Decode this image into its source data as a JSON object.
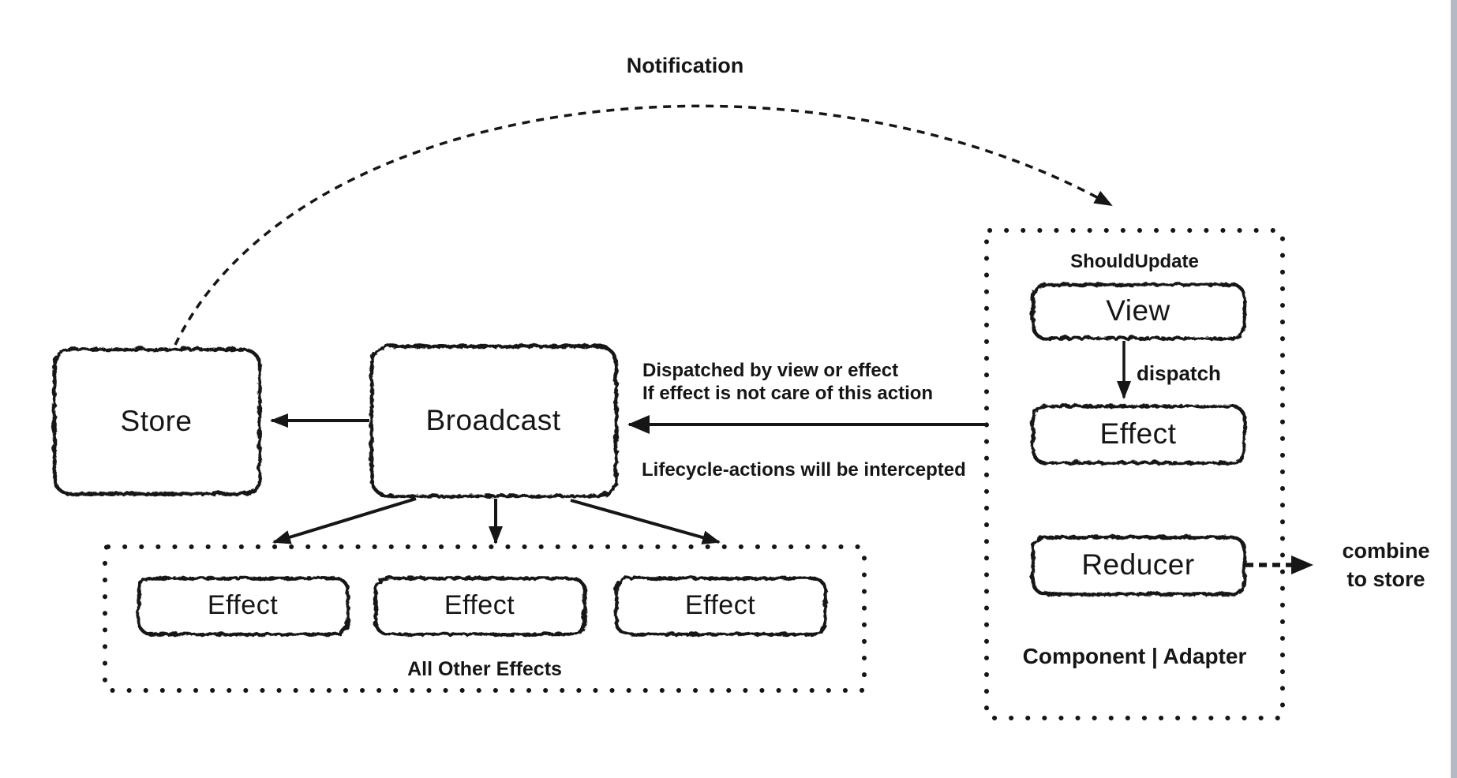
{
  "canvas": {
    "background": "#ffffff",
    "ink": "#161616",
    "right_edge_strip_color": "#b4bac4"
  },
  "diagram": {
    "notification_arrow_label": "Notification",
    "nodes": {
      "store": "Store",
      "broadcast": "Broadcast",
      "view": "View",
      "component_effect": "Effect",
      "reducer": "Reducer"
    },
    "other_effects_group": {
      "effects": [
        "Effect",
        "Effect",
        "Effect"
      ],
      "caption": "All Other Effects"
    },
    "component_panel": {
      "header_label": "ShouldUpdate",
      "caption": "Component | Adapter"
    },
    "edge_labels": {
      "dispatched_line1": "Dispatched by view or effect",
      "dispatched_line2": "If effect is not care of this action",
      "lifecycle": "Lifecycle-actions will be intercepted",
      "dispatch": "dispatch",
      "combine_line1": "combine",
      "combine_line2": "to store"
    }
  }
}
